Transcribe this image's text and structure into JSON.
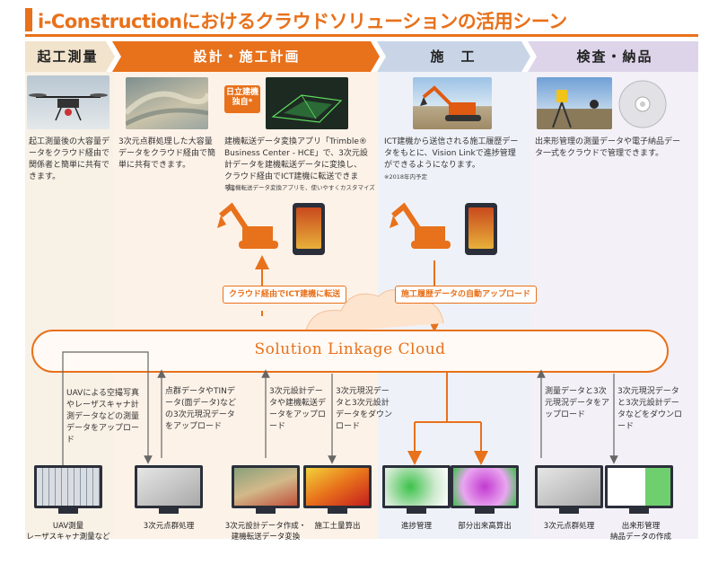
{
  "title": "i-Constructionにおけるクラウドソリューションの活用シーン",
  "phases": [
    {
      "label": "起工測量",
      "color": "#f2e3cc"
    },
    {
      "label": "設計・施工計画",
      "color": "#e8711b"
    },
    {
      "label": "施　工",
      "color": "#c9d5e7"
    },
    {
      "label": "検査・納品",
      "color": "#ddd4ea"
    }
  ],
  "descriptions": {
    "survey": "起工測量後の大容量データをクラウド経由で関係者と簡単に共有できます。",
    "design1": "3次元点群処理した大容量データをクラウド経由で簡単に共有できます。",
    "design2": "建機転送データ変換アプリ「Trimble® Business Center - HCE」で、3次元設計データを建機転送データに変換し、クラウド経由でICT建機に転送できます。",
    "design2_note": "※建機転送データ変換アプリを、使いやすくカスタマイズ",
    "construction": "ICT建機から送信される施工履歴データをもとに、Vision Linkで進捗管理ができるようになります。",
    "construction_note": "※2018年内予定",
    "inspection": "出来形管理の測量データや電子納品データ一式をクラウドで管理できます。"
  },
  "badge": "日立建機独自*",
  "flow_boxes": {
    "transfer": "クラウド経由でICT建機に転送",
    "upload": "施工履歴データの自動アップロード"
  },
  "cloud_label": "Solution Linkage Cloud",
  "upload_texts": {
    "uav": "UAVによる空撮写真やレーザスキャナ計測データなどの測量データをアップロード",
    "pointcloud": "点群データやTINデータ(面データ)などの3次元現況データをアップロード",
    "design_up": "3次元設計データや建機転送データをアップロード",
    "design_down": "3次元現況データと3次元設計データをダウンロード",
    "inspect_up": "測量データと3次元現況データをアップロード",
    "inspect_down": "3次元現況データと3次元設計データなどをダウンロード"
  },
  "monitors": [
    {
      "label": "UAV測量\nレーザスキャナ測量など"
    },
    {
      "label": "3次元点群処理"
    },
    {
      "label": "3次元設計データ作成・\n建機転送データ変換"
    },
    {
      "label": "施工土量算出"
    },
    {
      "label": "進捗管理"
    },
    {
      "label": "部分出来高算出"
    },
    {
      "label": "3次元点群処理"
    },
    {
      "label": "出来形管理\n納品データの作成"
    }
  ],
  "colors": {
    "accent": "#e8711b",
    "navy": "#2b2f3a"
  }
}
